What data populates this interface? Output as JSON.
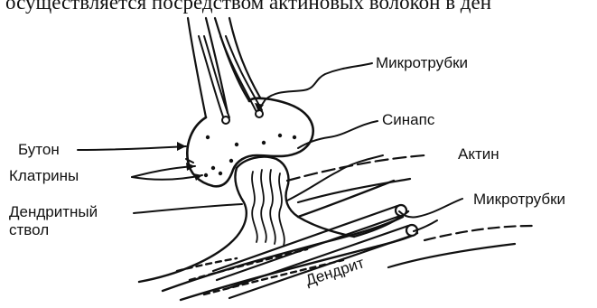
{
  "header": {
    "partial_text": "осуществляется посредством актиновых волокон в ден"
  },
  "labels": {
    "microtubules_top": "Микротрубки",
    "synapse": "Синапс",
    "bouton": "Бутон",
    "actin": "Актин",
    "clathrins": "Клатрины",
    "microtubules_right": "Микротрубки",
    "dendritic_trunk_line1": "Дендритный",
    "dendritic_trunk_line2": "ствол",
    "dendrite": "Дендрит"
  }
}
